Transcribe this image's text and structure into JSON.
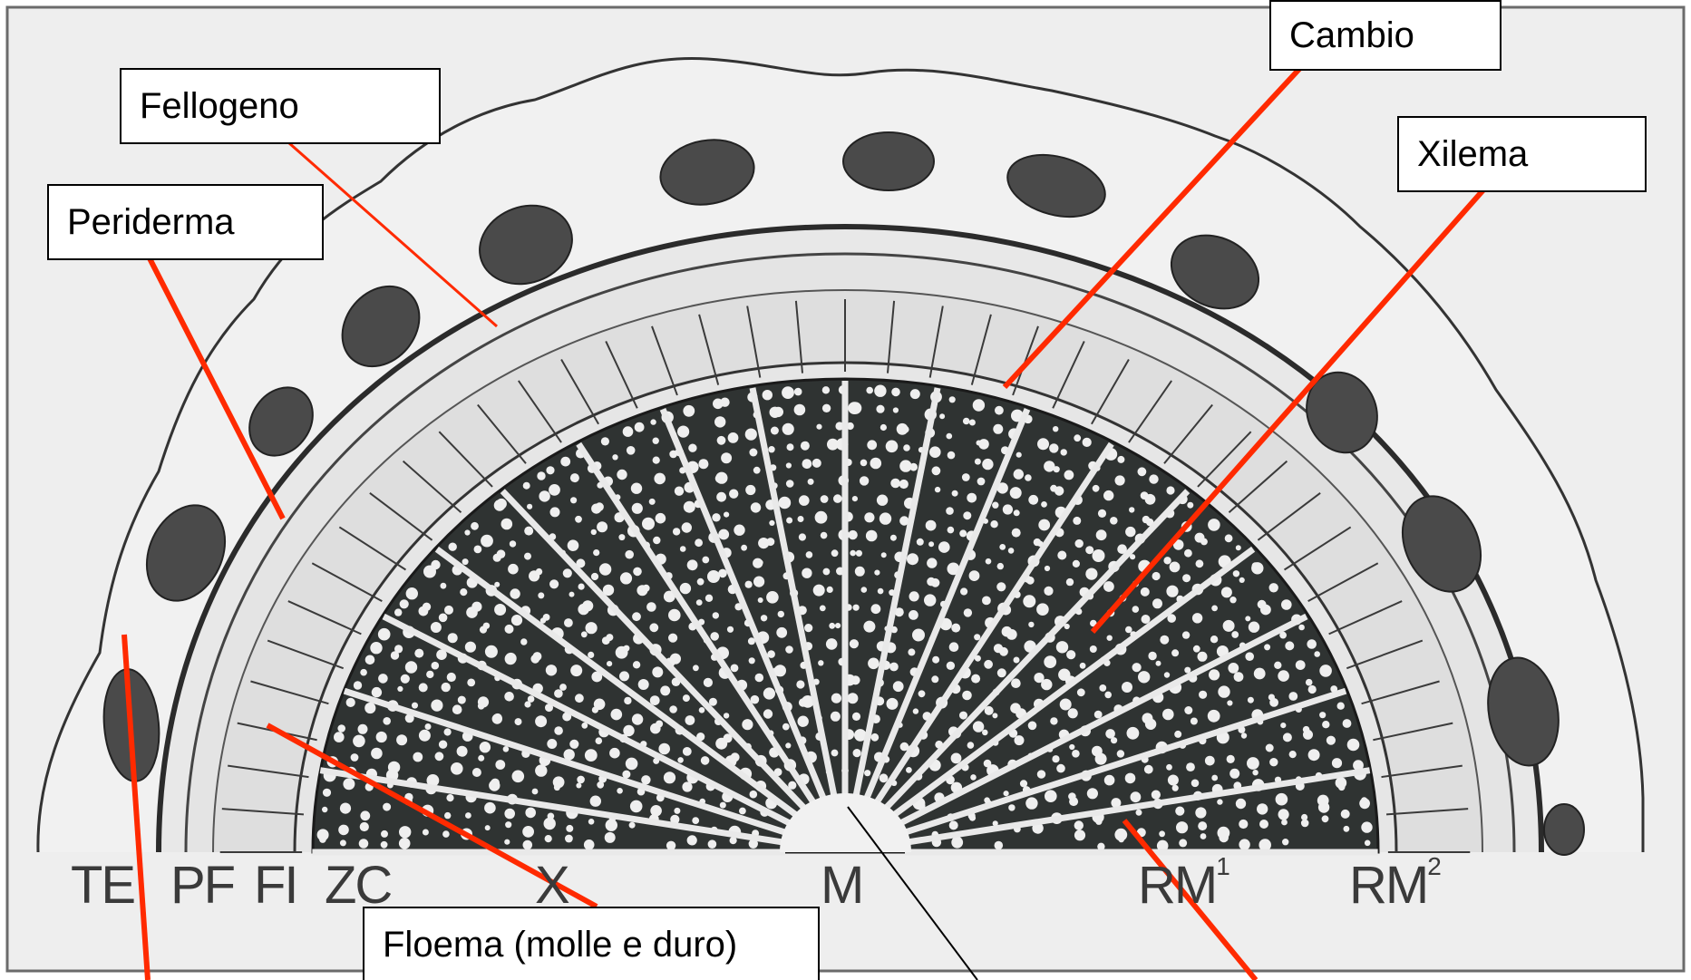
{
  "labels": {
    "fellogeno": "Fellogeno",
    "periderma": "Periderma",
    "cambio": "Cambio",
    "xilema": "Xilema",
    "floema": "Floema (molle e duro)"
  },
  "bottom_letters": {
    "te": "TE",
    "pf": "PF",
    "fi": "FI",
    "zc": "ZC",
    "x": "X",
    "m": "M",
    "rm1": "RM",
    "rm1_sup": "1",
    "rm2": "RM",
    "rm2_sup": "2"
  },
  "colors": {
    "leader_red": "#ff2a00",
    "leader_black": "#000000",
    "paper": "#eeeeee",
    "ink": "#2b2b2b",
    "xylem_dark": "#2f3332"
  }
}
